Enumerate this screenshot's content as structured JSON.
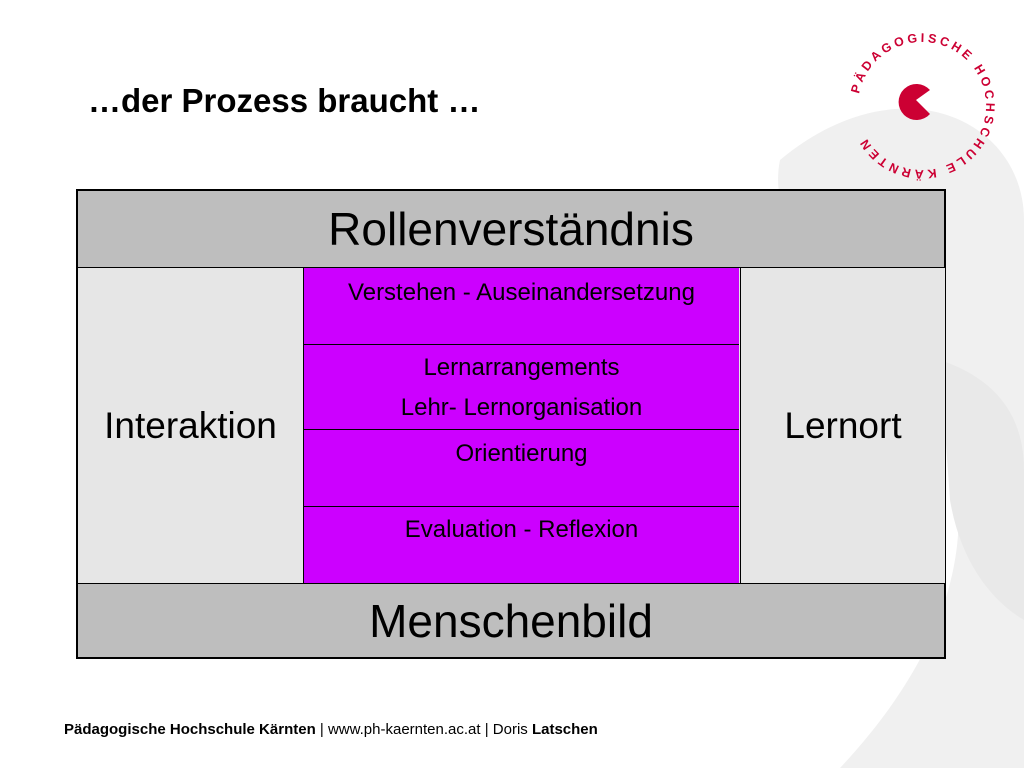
{
  "slide": {
    "title": "…der Prozess braucht …",
    "table": {
      "top": "Rollenverständnis",
      "left": "Interaktion",
      "right": "Lernort",
      "bottom": "Menschenbild",
      "middle": [
        {
          "lines": [
            "Verstehen - Auseinandersetzung"
          ]
        },
        {
          "lines": [
            "Lernarrangements",
            "Lehr- Lernorganisation"
          ]
        },
        {
          "lines": [
            "Orientierung"
          ]
        },
        {
          "lines": [
            "Evaluation - Reflexion"
          ]
        }
      ]
    }
  },
  "footer": {
    "institution": "Pädagogische Hochschule Kärnten",
    "sep1": " | ",
    "website": "www.ph-kaernten.ac.at",
    "sep2": " | ",
    "author_first": "Doris ",
    "author_last": "Latschen"
  },
  "logo": {
    "ring_text": "PÄDAGOGISCHE HOCHSCHULE KÄRNTEN"
  },
  "colors": {
    "accent": "#cc0033",
    "cell_magenta": "#cc00ff",
    "header_gray": "#bebebe",
    "side_gray": "#e6e6e6",
    "background_shape": "#f0f0f0"
  },
  "icons": [
    "pacman-logo-icon"
  ]
}
